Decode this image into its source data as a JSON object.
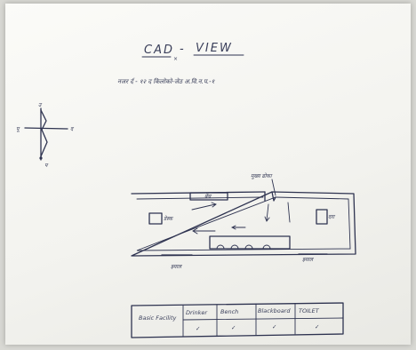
{
  "title": {
    "left": "CAD",
    "separator": "-",
    "right": "VIEW",
    "mark": "×"
  },
  "subtitle": "नजर र्द - १२ द  किलोको-जेठ  अ.वि.न.प.-१",
  "compass": {
    "north": "उ",
    "south": "द",
    "east": "पू",
    "west": "प"
  },
  "plan": {
    "label_top": "बेंच",
    "label_entrance": "मुख्य ढोका",
    "label_left_box": "डेस्क",
    "label_right_box": "दरा",
    "label_bottom_left": "झ्याल",
    "label_bottom_right": "झ्याल"
  },
  "facility_table": {
    "row_label": "Basic Facility",
    "headers": [
      "Drinker",
      "Bench",
      "Blackboard",
      "TOILET"
    ],
    "checks": [
      "✓",
      "✓",
      "✓",
      "✓"
    ]
  }
}
